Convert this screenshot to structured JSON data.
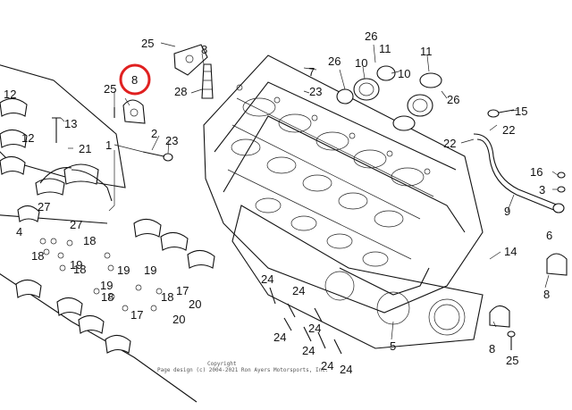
{
  "diagram": {
    "highlight_color": "#e02020",
    "highlighted_part": "8",
    "callouts": {
      "p25_top": "25",
      "p8_top": "8",
      "p28": "28",
      "p26_top": "26",
      "p11_a": "11",
      "p11_b": "11",
      "p10_a": "10",
      "p10_b": "10",
      "p26_left": "26",
      "p7": "7",
      "p23_top": "23",
      "p26_right": "26",
      "p25_left": "25",
      "p8_left": "8",
      "p13": "13",
      "p21": "21",
      "p2": "2",
      "p23_mid": "23",
      "p1": "1",
      "p15": "15",
      "p22_a": "22",
      "p22_b": "22",
      "p16": "16",
      "p3": "3",
      "p9": "9",
      "p4": "4",
      "p27_a": "27",
      "p27_b": "27",
      "p12_a": "12",
      "p12_b": "12",
      "p14": "14",
      "p18_a": "18",
      "p18_b": "18",
      "p18_c": "18",
      "p18_d": "18",
      "p18_e": "18",
      "p19_a": "19",
      "p19_b": "19",
      "p19_c": "19",
      "p19_d": "19",
      "p17_a": "17",
      "p17_b": "17",
      "p20_a": "20",
      "p20_b": "20",
      "p24_a": "24",
      "p24_b": "24",
      "p24_c": "24",
      "p24_d": "24",
      "p24_e": "24",
      "p24_f": "24",
      "p24_g": "24",
      "p5": "5",
      "p6": "6",
      "p8_bot": "8",
      "p8_right": "8",
      "p25_bot": "25"
    },
    "copyright_line1": "Copyright",
    "copyright_line2": "Page design (c) 2004-2021 Ron Ayers Motorsports, Inc."
  }
}
